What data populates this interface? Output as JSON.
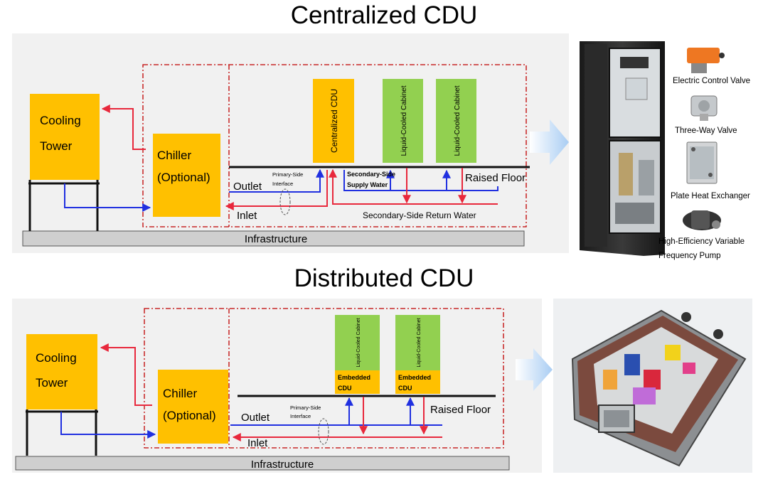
{
  "titles": {
    "centralized": "Centralized CDU",
    "distributed": "Distributed CDU"
  },
  "centralized": {
    "cooling_tower": [
      "Cooling",
      "Tower"
    ],
    "chiller": [
      "Chiller",
      "(Optional)"
    ],
    "cdu": "Centralized CDU",
    "cabinet": "Liquid-Cooled Cabinet",
    "outlet": "Outlet",
    "inlet": "Inlet",
    "primary_interface": [
      "Primary-Side",
      "Interface"
    ],
    "secondary_supply": [
      "Secondary-Side",
      "Supply Water"
    ],
    "secondary_return": "Secondary-Side Return Water",
    "raised_floor": "Raised Floor",
    "infrastructure": "Infrastructure"
  },
  "components": {
    "electric_valve": "Electric Control Valve",
    "three_way_valve": "Three-Way Valve",
    "plate_heat_exchanger": "Plate Heat Exchanger",
    "pump": [
      "High-Efficiency Variable",
      "Frequency Pump"
    ]
  },
  "distributed": {
    "cooling_tower": [
      "Cooling",
      "Tower"
    ],
    "chiller": [
      "Chiller",
      "(Optional)"
    ],
    "cabinet": "Liquid-Cooled Cabinet",
    "embedded_cdu": [
      "Embedded",
      "CDU"
    ],
    "outlet": "Outlet",
    "inlet": "Inlet",
    "primary_interface": [
      "Primary-Side",
      "Interface"
    ],
    "raised_floor": "Raised Floor",
    "infrastructure": "Infrastructure"
  },
  "colors": {
    "orange": "#FFC000",
    "green": "#92D050",
    "red": "#E8283C",
    "blue": "#2030E0",
    "dash": "#C00000"
  }
}
